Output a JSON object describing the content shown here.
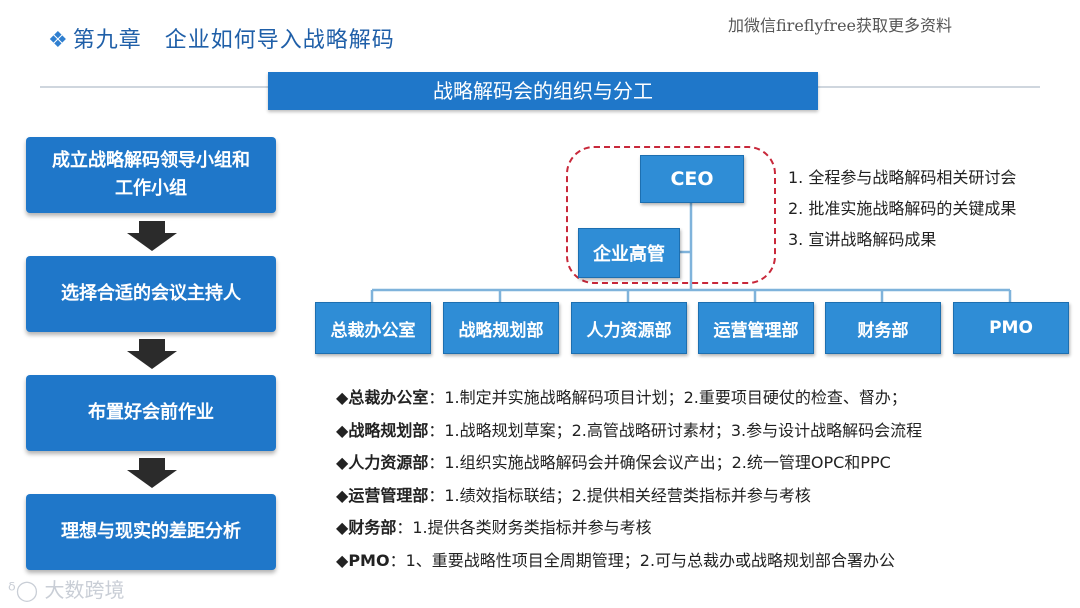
{
  "header": {
    "chapter_title": "第九章　企业如何导入战略解码",
    "watermark": "加微信fireflyfree获取更多资料",
    "banner": "战略解码会的组织与分工"
  },
  "steps": [
    "成立战略解码领导小组和工作小组",
    "选择合适的会议主持人",
    "布置好会前作业",
    "理想与现实的差距分析"
  ],
  "org_chart": {
    "ceo": "CEO",
    "executives": "企业高管",
    "ceo_duties": [
      "1.  全程参与战略解码相关研讨会",
      "2.  批准实施战略解码的关键成果",
      "3.  宣讲战略解码成果"
    ],
    "departments": [
      "总裁办公室",
      "战略规划部",
      "人力资源部",
      "运营管理部",
      "财务部",
      "PMO"
    ]
  },
  "responsibilities": [
    {
      "name": "总裁办公室",
      "text": "1.制定并实施战略解码项目计划；2.重要项目硬仗的检查、督办；"
    },
    {
      "name": "战略规划部",
      "text": "1.战略规划草案；2.高管战略研讨素材；3.参与设计战略解码会流程"
    },
    {
      "name": "人力资源部",
      "text": "1.组织实施战略解码会并确保会议产出；2.统一管理OPC和PPC"
    },
    {
      "name": "运营管理部",
      "text": "1.绩效指标联结；2.提供相关经营类指标并参与考核"
    },
    {
      "name": "财务部",
      "text": "1.提供各类财务类指标并参与考核"
    },
    {
      "name": "PMO",
      "text": "1、重要战略性项目全周期管理；2.可与总裁办或战略规划部合署办公"
    }
  ],
  "bullet": "◆",
  "colon": "：",
  "logo_text": "大数跨境",
  "colors": {
    "primary": "#1f77c9",
    "box": "#2f8dd6",
    "highlight": "#c8283a"
  }
}
